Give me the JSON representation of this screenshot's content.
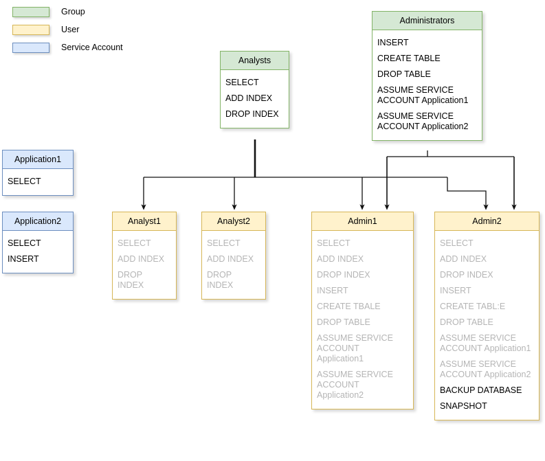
{
  "legend": {
    "items": [
      {
        "label": "Group",
        "swatch": "group-swatch",
        "color": "#d5e8d4"
      },
      {
        "label": "User",
        "swatch": "user-swatch",
        "color": "#fff2cc"
      },
      {
        "label": "Service Account",
        "swatch": "service-swatch",
        "color": "#dae8fc"
      }
    ]
  },
  "nodes": {
    "analysts": {
      "title": "Analysts",
      "type": "Group",
      "permissions": [
        {
          "text": "SELECT",
          "state": "granted"
        },
        {
          "text": "ADD INDEX",
          "state": "granted"
        },
        {
          "text": "DROP INDEX",
          "state": "granted"
        }
      ]
    },
    "administrators": {
      "title": "Administrators",
      "type": "Group",
      "permissions": [
        {
          "text": "INSERT",
          "state": "granted"
        },
        {
          "text": "CREATE TABLE",
          "state": "granted"
        },
        {
          "text": "DROP TABLE",
          "state": "granted"
        },
        {
          "text": "ASSUME SERVICE\nACCOUNT Application1",
          "state": "granted"
        },
        {
          "text": "ASSUME SERVICE\nACCOUNT Application2",
          "state": "granted"
        }
      ]
    },
    "application1": {
      "title": "Application1",
      "type": "Service Account",
      "permissions": [
        {
          "text": "SELECT",
          "state": "granted"
        }
      ]
    },
    "application2": {
      "title": "Application2",
      "type": "Service Account",
      "permissions": [
        {
          "text": "SELECT",
          "state": "granted"
        },
        {
          "text": "INSERT",
          "state": "granted"
        }
      ]
    },
    "analyst1": {
      "title": "Analyst1",
      "type": "User",
      "permissions": [
        {
          "text": "SELECT",
          "state": "inherited"
        },
        {
          "text": "ADD INDEX",
          "state": "inherited"
        },
        {
          "text": "DROP INDEX",
          "state": "inherited"
        }
      ]
    },
    "analyst2": {
      "title": "Analyst2",
      "type": "User",
      "permissions": [
        {
          "text": "SELECT",
          "state": "inherited"
        },
        {
          "text": "ADD INDEX",
          "state": "inherited"
        },
        {
          "text": "DROP INDEX",
          "state": "inherited"
        }
      ]
    },
    "admin1": {
      "title": "Admin1",
      "type": "User",
      "permissions": [
        {
          "text": "SELECT",
          "state": "inherited"
        },
        {
          "text": "ADD INDEX",
          "state": "inherited"
        },
        {
          "text": "DROP INDEX",
          "state": "inherited"
        },
        {
          "text": "INSERT",
          "state": "inherited"
        },
        {
          "text": "CREATE TBALE",
          "state": "inherited"
        },
        {
          "text": "DROP TABLE",
          "state": "inherited"
        },
        {
          "text": "ASSUME SERVICE\nACCOUNT Application1",
          "state": "inherited"
        },
        {
          "text": "ASSUME SERVICE\nACCOUNT Application2",
          "state": "inherited"
        }
      ]
    },
    "admin2": {
      "title": "Admin2",
      "type": "User",
      "permissions": [
        {
          "text": "SELECT",
          "state": "inherited"
        },
        {
          "text": "ADD INDEX",
          "state": "inherited"
        },
        {
          "text": "DROP INDEX",
          "state": "inherited"
        },
        {
          "text": "INSERT",
          "state": "inherited"
        },
        {
          "text": "CREATE TABL:E",
          "state": "inherited"
        },
        {
          "text": "DROP TABLE",
          "state": "inherited"
        },
        {
          "text": "ASSUME SERVICE\nACCOUNT Application1",
          "state": "inherited"
        },
        {
          "text": "ASSUME SERVICE\nACCOUNT Application2",
          "state": "inherited"
        },
        {
          "text": "BACKUP DATABASE",
          "state": "granted"
        },
        {
          "text": "SNAPSHOT",
          "state": "granted"
        }
      ]
    }
  },
  "edges": [
    {
      "from": "analysts",
      "to": "analyst1"
    },
    {
      "from": "analysts",
      "to": "analyst2"
    },
    {
      "from": "analysts",
      "to": "admin1"
    },
    {
      "from": "analysts",
      "to": "admin2"
    },
    {
      "from": "administrators",
      "to": "admin1"
    },
    {
      "from": "administrators",
      "to": "admin2"
    }
  ]
}
